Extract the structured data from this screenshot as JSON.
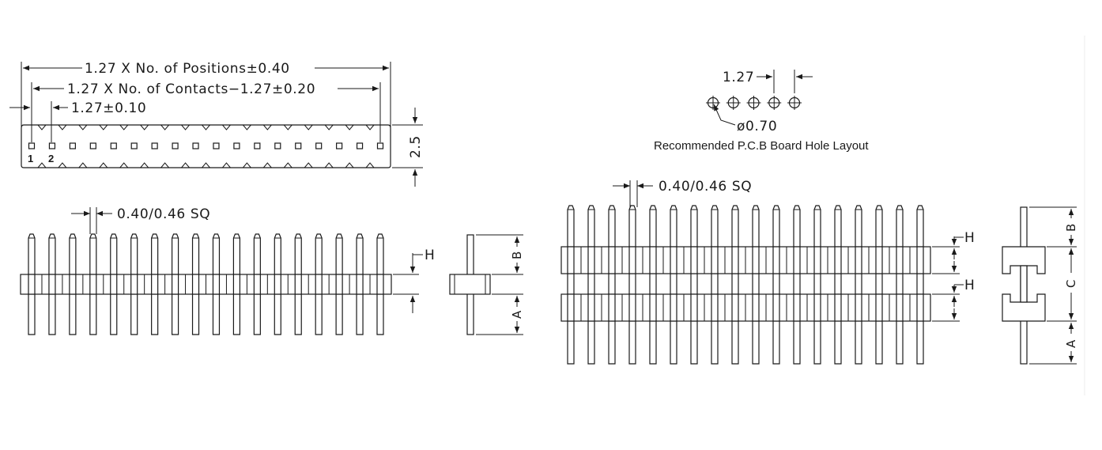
{
  "top_view": {
    "dim_positions": "1.27 X No. of Positions±0.40",
    "dim_contacts": "1.27 X No. of Contacts−1.27±0.20",
    "dim_pitch": "1.27±0.10",
    "dim_height": "2.5",
    "pin_label_1": "1",
    "pin_label_2": "2",
    "contact_count": 18
  },
  "single_row": {
    "pin_size": "0.40/0.46 SQ",
    "label_h": "H",
    "label_a": "A",
    "label_b": "B",
    "pin_count": 18
  },
  "pcb_layout": {
    "pitch": "1.27",
    "hole_dia": "ø0.70",
    "caption": "Recommended P.C.B Board Hole Layout",
    "hole_count": 5
  },
  "dual_row": {
    "pin_size": "0.40/0.46 SQ",
    "label_h_upper": "H",
    "label_h_lower": "H",
    "label_a": "A",
    "label_b": "B",
    "label_c": "C",
    "pin_count": 18
  }
}
